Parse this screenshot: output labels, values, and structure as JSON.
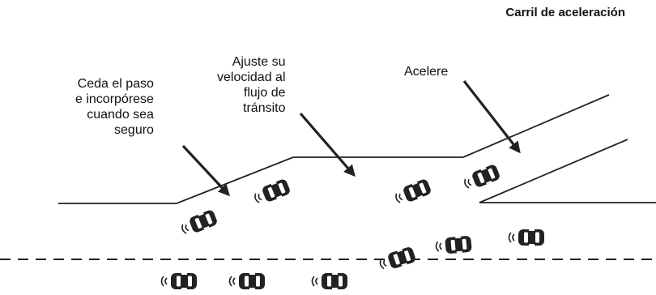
{
  "title": "Carril de aceleración",
  "labels": {
    "yield": "Ceda el paso\ne incorpórese\ncuando sea\nseguro",
    "adjust": "Ajuste su\nvelocidad al\nflujo de\ntránsito",
    "accelerate": "Acelere"
  },
  "colors": {
    "line": "#222222",
    "car_body": "#222222",
    "car_glass": "#ffffff",
    "background": "#ffffff"
  },
  "icons": [
    "car-icon",
    "arrow-icon"
  ]
}
